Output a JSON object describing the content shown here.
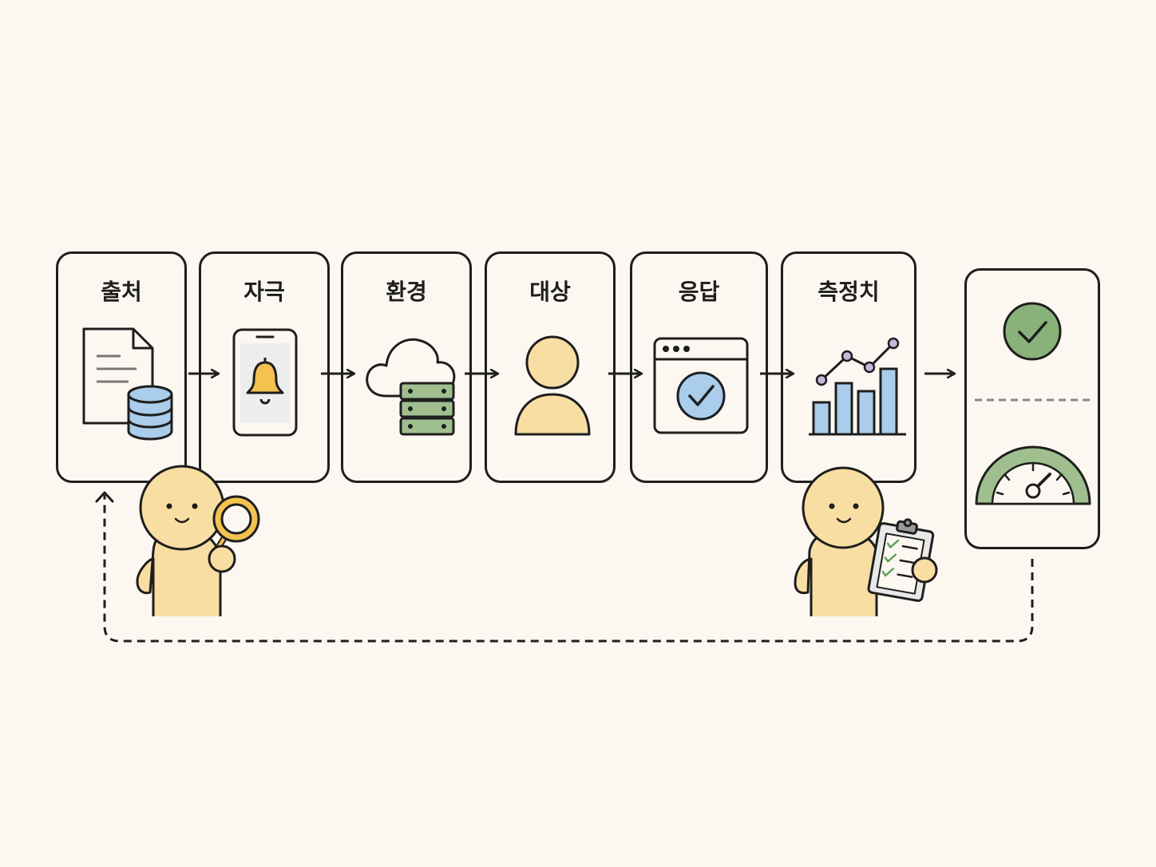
{
  "stages": [
    {
      "label": "출처",
      "icon": "document-database-icon"
    },
    {
      "label": "자극",
      "icon": "phone-bell-icon"
    },
    {
      "label": "환경",
      "icon": "cloud-server-icon"
    },
    {
      "label": "대상",
      "icon": "user-icon"
    },
    {
      "label": "응답",
      "icon": "browser-check-icon"
    },
    {
      "label": "측정치",
      "icon": "chart-icon"
    }
  ],
  "result_panel": {
    "icons": [
      "check-circle-icon",
      "gauge-icon"
    ]
  },
  "characters": [
    "character-with-magnifier",
    "character-with-clipboard"
  ],
  "colors": {
    "background": "#fcf8f1",
    "outline": "#1e1e1e",
    "blue": "#a9cdea",
    "yellow": "#f8dea2",
    "green": "#9fbf8f",
    "bell": "#f3c24f",
    "check_green": "#88b27a"
  }
}
